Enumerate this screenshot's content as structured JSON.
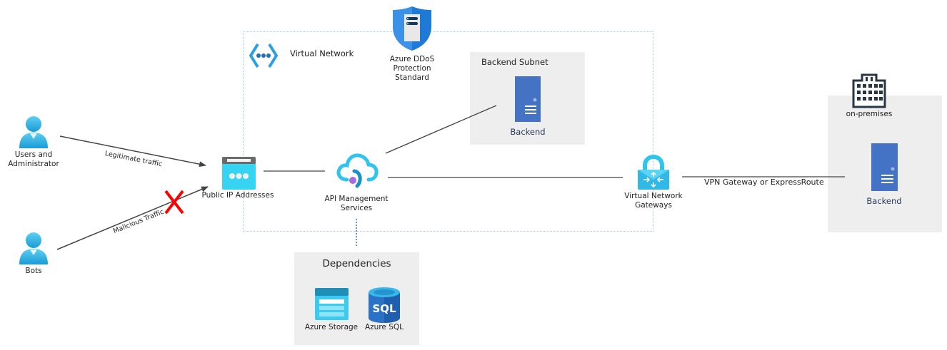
{
  "actors": {
    "users": "Users and\nAdministrator",
    "bots": "Bots"
  },
  "edges": {
    "legit": "Legitimate traffic",
    "malicious": "Malicious Traffic",
    "vpn": "VPN Gateway or ExpressRoute"
  },
  "vnet": {
    "label": "Virtual Network"
  },
  "ddos": {
    "label": "Azure DDoS\nProtection\nStandard"
  },
  "public_ip": {
    "label": "Public IP Addresses"
  },
  "apim": {
    "label": "API Management\nServices"
  },
  "backend_subnet": {
    "title": "Backend Subnet",
    "server_label": "Backend"
  },
  "vng": {
    "label": "Virtual Network\nGateways"
  },
  "onprem": {
    "title": "on-premises",
    "server_label": "Backend"
  },
  "dependencies": {
    "title": "Dependencies",
    "storage": "Azure Storage",
    "sql": "Azure SQL",
    "sql_glyph": "SQL"
  },
  "colors": {
    "azure_blue": "#2fa8e0",
    "server_blue": "#4472c4",
    "block_red": "#ff0000",
    "panel_gray": "#eeeeee"
  }
}
